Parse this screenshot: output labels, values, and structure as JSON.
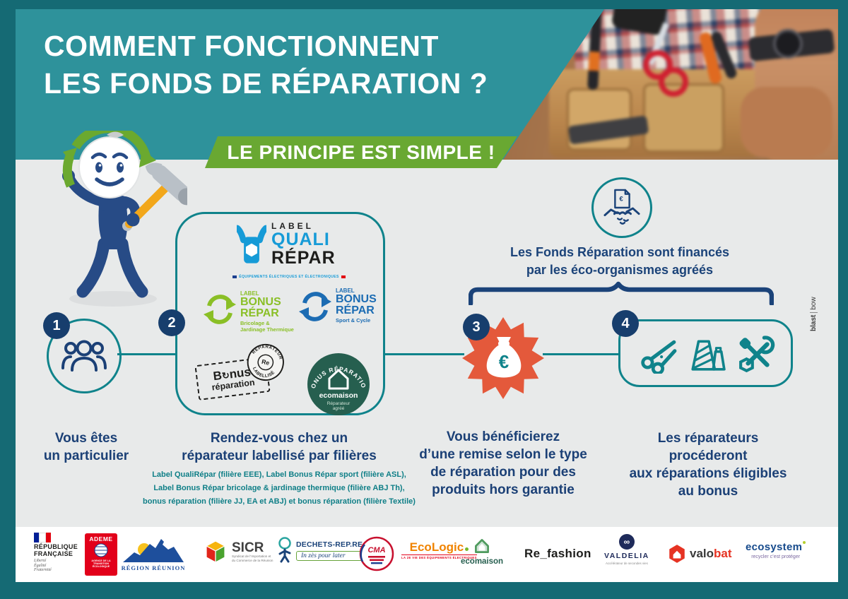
{
  "title": {
    "line1": "COMMENT FONCTIONNENT",
    "line2": "LES FONDS DE RÉPARATION ?"
  },
  "banner_text": "LE PRINCIPE EST SIMPLE !",
  "credit": {
    "part1": "blast",
    "part2": "bow"
  },
  "financing": {
    "line1": "Les Fonds Réparation sont financés",
    "line2": "par les éco-organismes agréés"
  },
  "colors": {
    "teal_header": "#2e929b",
    "teal_accent": "#0f838b",
    "navy": "#1b4076",
    "green_banner": "#69a832",
    "orange_star": "#e4593b",
    "qualirepar_blue": "#169bd7",
    "bonus_green": "#8abf26",
    "bonus_blue": "#1c6cb3",
    "ecomaison_green": "#265f4f"
  },
  "steps": {
    "step1": {
      "number": "1",
      "caption_lines": [
        "Vous êtes",
        "un particulier"
      ]
    },
    "step2": {
      "number": "2",
      "caption_lines": [
        "Rendez-vous chez un",
        "réparateur labellisé par filières"
      ],
      "note_lines": [
        "Label QualiRépar (filière EEE), Label Bonus Répar sport (filière ASL),",
        "Label Bonus Répar bricolage & jardinage thermique (filière ABJ Th),",
        "bonus réparation (filière JJ, EA et ABJ) et bonus réparation (filière Textile)"
      ]
    },
    "step3": {
      "number": "3",
      "euro": "€",
      "caption_lines": [
        "Vous bénéficierez",
        "d’une remise selon le type",
        "de réparation pour des",
        "produits hors garantie"
      ]
    },
    "step4": {
      "number": "4",
      "caption_lines": [
        "Les réparateurs procéderont",
        "aux réparations éligibles",
        "au bonus"
      ]
    }
  },
  "labels": {
    "qualirepar": {
      "l1": "LABEL",
      "l2": "QUALI",
      "l3": "RÉPAR",
      "subtitle": "ÉQUIPEMENTS ÉLECTRIQUES ET ÉLECTRONIQUES"
    },
    "bonus_green": {
      "l1": "LABEL",
      "l2": "BONUS",
      "l3": "RÉPAR",
      "s1": "Bricolage &",
      "s2": "Jardinage Thermique"
    },
    "bonus_blue": {
      "l1": "LABEL",
      "l2": "BONUS",
      "l3": "RÉPAR",
      "s1": "Sport & Cycle"
    },
    "stamp": {
      "b": "B",
      "o": "↻",
      "nus": "nus",
      "line2": "réparation",
      "arc_top": "RÉPARATEUR",
      "arc_bottom": "LABELLISÉ",
      "center": "Re"
    },
    "ecomaison_badge": {
      "arc": "BONUS RÉPARATION",
      "name": "ecomaison",
      "s1": "Réparateur",
      "s2": "agréé"
    },
    "handshake_euro": "€"
  },
  "footer": {
    "rf": {
      "l1": "RÉPUBLIQUE",
      "l2": "FRANÇAISE",
      "motto1": "Liberté",
      "motto2": "Égalité",
      "motto3": "Fraternité"
    },
    "ademe": {
      "name": "ADEME",
      "sub1": "AGENCE DE LA",
      "sub2": "TRANSITION",
      "sub3": "ÉCOLOGIQUE"
    },
    "region": {
      "name": "RÉGION RÉUNION"
    },
    "sicr": {
      "name": "SICR",
      "sub1": "Syndicat de l’Importation et",
      "sub2": "du Commerce de la Réunion"
    },
    "dechets": {
      "name": "DECHETS-REP.RE",
      "tagline": "In zès pour later"
    },
    "cma": {
      "name": "CMA"
    },
    "ecologic": {
      "name": "EcoLogic",
      "sub": "LA 2E VIE DES ÉQUIPEMENTS ÉLECTRIQUES"
    },
    "ecomaison": {
      "name": "ecomaison"
    },
    "refashion": {
      "name": "Re_fashion"
    },
    "valdelia": {
      "symbol": "∞",
      "name": "VALDELIA",
      "sub": "Accélérateur de secondes vies"
    },
    "valobat": {
      "part1": "valo",
      "part2": "bat"
    },
    "ecosystem": {
      "name": "ecosystem",
      "sub": "recycler c’est protéger"
    }
  }
}
